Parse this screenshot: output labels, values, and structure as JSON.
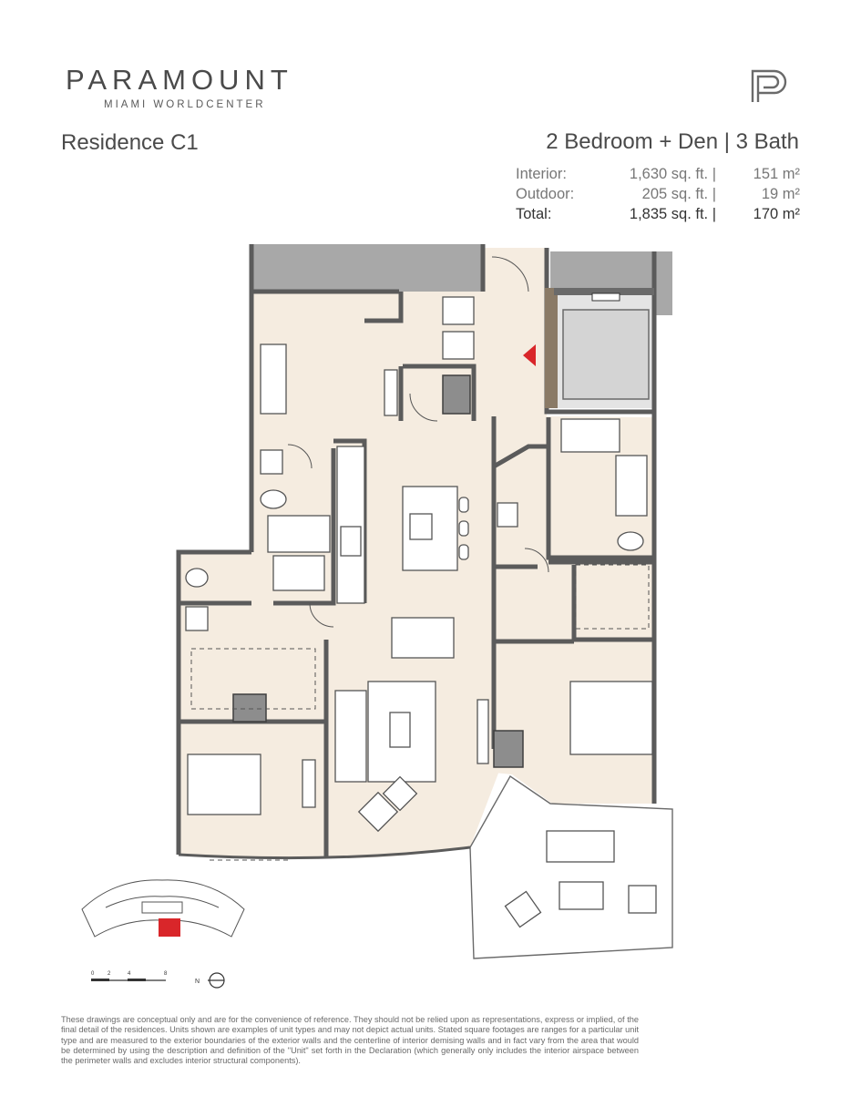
{
  "brand": {
    "name": "PARAMOUNT",
    "subtitle": "MIAMI WORLDCENTER",
    "logo_icon": "p-monogram-icon"
  },
  "residence": {
    "name": "Residence C1",
    "type": "2 Bedroom + Den | 3 Bath"
  },
  "areas": [
    {
      "label": "Interior:",
      "sqft": "1,630 sq. ft. |",
      "m2": "151 m²"
    },
    {
      "label": "Outdoor:",
      "sqft": "205 sq. ft. |",
      "m2": "19 m²"
    },
    {
      "label": "Total:",
      "sqft": "1,835 sq. ft. |",
      "m2": "170 m²"
    }
  ],
  "scale": {
    "ticks": [
      "0",
      "2",
      "4",
      "8"
    ]
  },
  "north": {
    "label": "N"
  },
  "colors": {
    "floor": "#f5ece0",
    "wall": "#5b5b5b",
    "corridor": "#a8a8a8",
    "entry_marker": "#d9262a",
    "keyplan_highlight": "#d9262a"
  },
  "disclaimer": "These drawings are conceptual only and are for the convenience of reference. They should not be relied upon as representations, express or implied, of the final detail of the residences. Units shown are examples of unit types and may not depict actual units. Stated square footages are ranges for a particular unit type and are measured to the exterior boundaries of the exterior walls and the centerline of interior demising walls and in fact vary from the area that would be determined by using the description and definition of the \"Unit\" set forth in the Declaration (which generally only includes the interior airspace between the perimeter walls and excludes interior structural components)."
}
